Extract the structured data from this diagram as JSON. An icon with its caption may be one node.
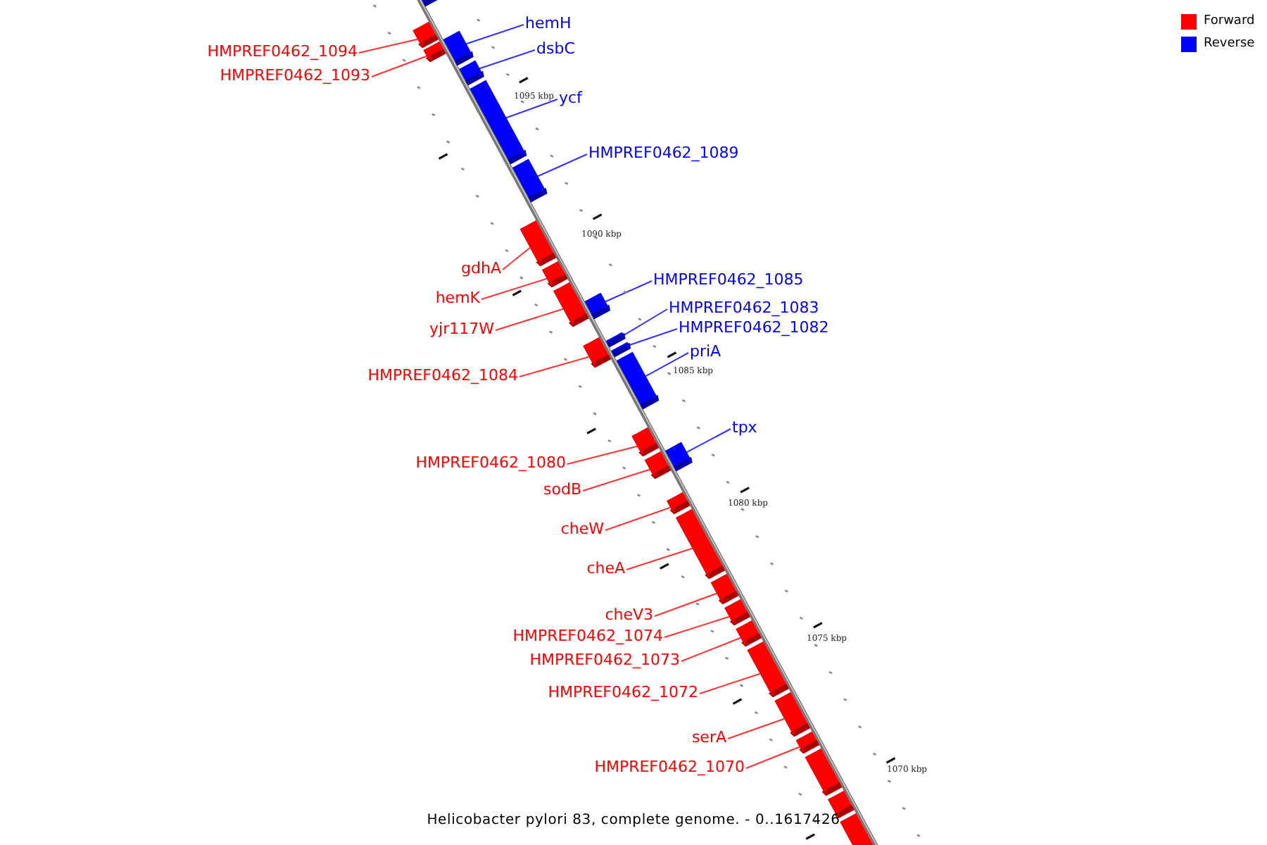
{
  "diagram": {
    "caption": "Helicobacter pylori 83, complete genome. - 0..1617426",
    "nodes": [
      {
        "text": [],
        "shape": "bar"
      },
      {
        "text": [
          "HMPREF0462_1094"
        ]
      },
      {
        "text": [],
        "shape": "bar"
      },
      {
        "text": [
          "HMPREF0462_1093"
        ]
      },
      {
        "text": [],
        "shape": "bar"
      },
      {
        "text": [
          "hemH"
        ]
      },
      {
        "text": [],
        "shape": "bar"
      },
      {
        "text": [
          "dsbC"
        ]
      },
      {
        "text": [],
        "shape": "bar"
      },
      {
        "text": [
          "ycf"
        ]
      },
      {
        "text": [],
        "shape": "bar"
      },
      {
        "text": [
          "HMPREF0462_1089"
        ]
      },
      {
        "text": [],
        "shape": "bar"
      },
      {
        "text": [
          "gdhA"
        ]
      },
      {
        "text": [],
        "shape": "bar"
      },
      {
        "text": [
          "hemK"
        ]
      },
      {
        "text": [],
        "shape": "bar"
      },
      {
        "text": [
          "yjr117W"
        ]
      },
      {
        "text": [],
        "shape": "bar"
      },
      {
        "text": [
          "HMPREF0462_1085"
        ]
      },
      {
        "text": [],
        "shape": "bar"
      },
      {
        "text": [
          "HMPREF0462_1083"
        ]
      },
      {
        "text": [],
        "shape": "bar"
      },
      {
        "text": [
          "HMPREF0462_1082"
        ]
      },
      {
        "text": [],
        "shape": "bar"
      },
      {
        "text": [
          "priA"
        ]
      },
      {
        "text": [],
        "shape": "bar"
      },
      {
        "text": [
          "HMPREF0462_1084"
        ]
      },
      {
        "text": [],
        "shape": "bar"
      },
      {
        "text": [
          "HMPREF0462_1080"
        ]
      },
      {
        "text": [],
        "shape": "bar"
      },
      {
        "text": [
          "sodB"
        ]
      },
      {
        "text": [],
        "shape": "bar"
      },
      {
        "text": [
          "tpx"
        ]
      },
      {
        "text": [],
        "shape": "bar"
      },
      {
        "text": [
          "cheW"
        ]
      },
      {
        "text": [],
        "shape": "bar"
      },
      {
        "text": [
          "cheA"
        ]
      },
      {
        "text": [],
        "shape": "bar"
      },
      {
        "text": [
          "cheV3"
        ]
      },
      {
        "text": [],
        "shape": "bar"
      },
      {
        "text": [
          "HMPREF0462_1074"
        ]
      },
      {
        "text": [],
        "shape": "bar"
      },
      {
        "text": [
          "HMPREF0462_1073"
        ]
      },
      {
        "text": [],
        "shape": "bar"
      },
      {
        "text": [
          "HMPREF0462_1072"
        ]
      },
      {
        "text": [],
        "shape": "bar"
      },
      {
        "text": [
          "serA"
        ]
      },
      {
        "text": [],
        "shape": "bar"
      },
      {
        "text": [
          "HMPREF0462_1070"
        ]
      },
      {
        "text": [],
        "shape": "bar"
      },
      {
        "text": [],
        "shape": "bar"
      },
      {
        "text": [],
        "shape": "bar"
      },
      {
        "text": [],
        "shape": "bar"
      }
    ],
    "edges": [
      {
        "from": 1,
        "to": 2,
        "arrow": "none"
      },
      {
        "from": 3,
        "to": 4,
        "arrow": "none"
      },
      {
        "from": 5,
        "to": 6,
        "arrow": "none",
        "color": "#3333ff"
      },
      {
        "from": 7,
        "to": 8,
        "arrow": "none",
        "color": "#3333ff"
      },
      {
        "from": 9,
        "to": 10,
        "arrow": "none",
        "color": "#3333ff"
      },
      {
        "from": 11,
        "to": 12,
        "arrow": "none",
        "color": "#3333ff"
      },
      {
        "from": 13,
        "to": 14,
        "arrow": "none"
      },
      {
        "from": 15,
        "to": 16,
        "arrow": "none"
      },
      {
        "from": 17,
        "to": 18,
        "arrow": "none"
      },
      {
        "from": 19,
        "to": 20,
        "arrow": "none",
        "color": "#3333ff"
      },
      {
        "from": 21,
        "to": 22,
        "arrow": "none",
        "color": "#3333ff"
      },
      {
        "from": 23,
        "to": 24,
        "arrow": "none",
        "color": "#3333ff"
      },
      {
        "from": 25,
        "to": 26,
        "arrow": "none",
        "color": "#3333ff"
      },
      {
        "from": 27,
        "to": 28,
        "arrow": "none"
      },
      {
        "from": 29,
        "to": 30,
        "arrow": "none"
      },
      {
        "from": 31,
        "to": 32,
        "arrow": "none"
      },
      {
        "from": 33,
        "to": 34,
        "arrow": "none",
        "color": "#3333ff"
      },
      {
        "from": 35,
        "to": 36,
        "arrow": "none"
      },
      {
        "from": 37,
        "to": 38,
        "arrow": "none"
      },
      {
        "from": 39,
        "to": 40,
        "arrow": "none"
      },
      {
        "from": 41,
        "to": 42,
        "arrow": "none"
      },
      {
        "from": 43,
        "to": 44,
        "arrow": "none"
      },
      {
        "from": 45,
        "to": 46,
        "arrow": "none"
      },
      {
        "from": 47,
        "to": 48,
        "arrow": "none"
      },
      {
        "from": 49,
        "to": 50,
        "arrow": "none"
      }
    ],
    "labels": [
      "1095 kbp",
      "1090 kbp",
      "1085 kbp",
      "1080 kbp",
      "1075 kbp",
      "1070 kbp"
    ],
    "legend": [
      {
        "text": "Forward",
        "color": "#ff0000"
      },
      {
        "text": "Reverse",
        "color": "#0000ff"
      }
    ]
  }
}
